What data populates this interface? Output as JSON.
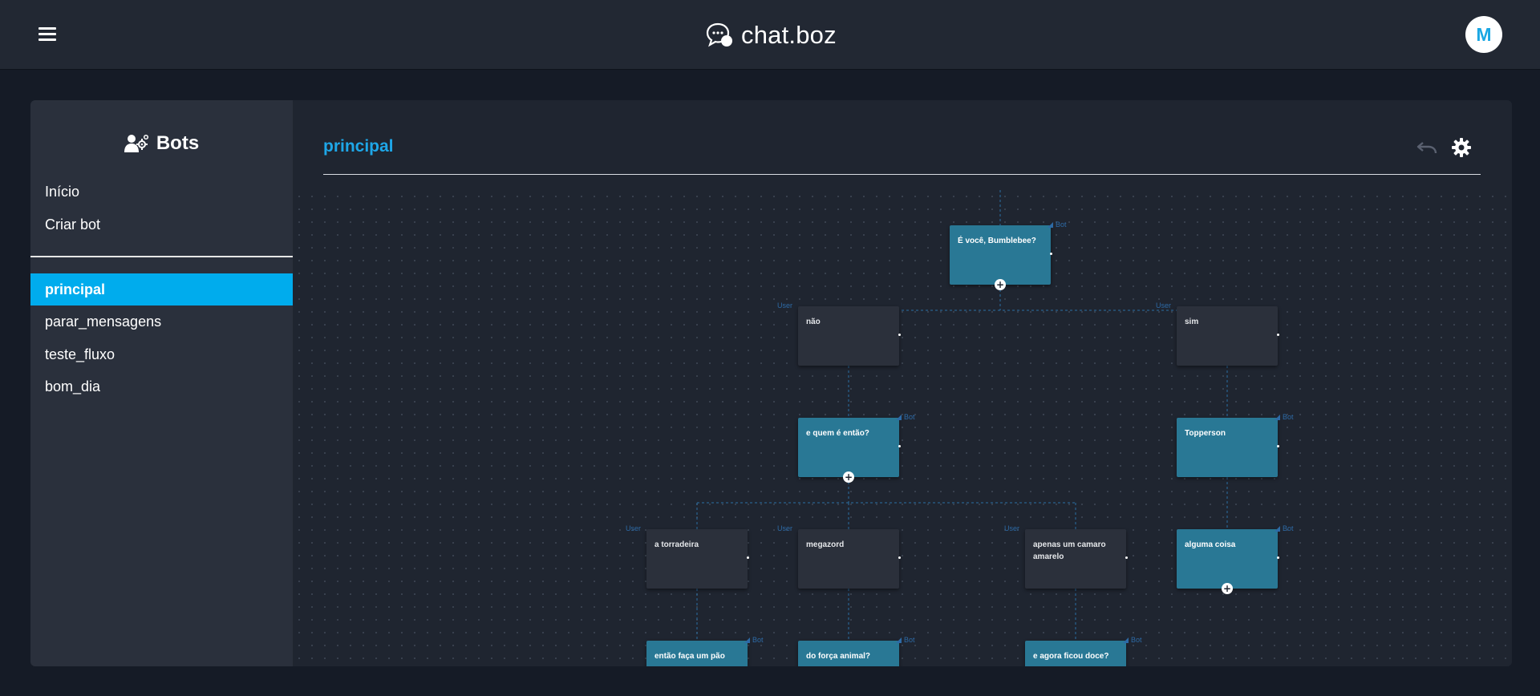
{
  "app": {
    "logo_text": "chat.boz",
    "avatar_initial": "M"
  },
  "sidebar": {
    "title": "Bots",
    "links": [
      {
        "label": "Início"
      },
      {
        "label": "Criar bot"
      }
    ],
    "bots": [
      {
        "label": "principal",
        "active": true
      },
      {
        "label": "parar_mensagens",
        "active": false
      },
      {
        "label": "teste_fluxo",
        "active": false
      },
      {
        "label": "bom_dia",
        "active": false
      }
    ]
  },
  "main": {
    "title": "principal"
  },
  "flow": {
    "bot_tag": "Bot",
    "user_tag": "User",
    "add_symbol": "+",
    "nodes": [
      {
        "id": "n1",
        "type": "bot",
        "text": "É você, Bumblebee?"
      },
      {
        "id": "n2",
        "type": "user",
        "text": "não"
      },
      {
        "id": "n3",
        "type": "user",
        "text": "sim"
      },
      {
        "id": "n4",
        "type": "bot",
        "text": "e quem é então?"
      },
      {
        "id": "n5",
        "type": "bot",
        "text": "Topperson"
      },
      {
        "id": "n6",
        "type": "user",
        "text": "a torradeira"
      },
      {
        "id": "n7",
        "type": "user",
        "text": "megazord"
      },
      {
        "id": "n8",
        "type": "user",
        "text": "apenas um camaro amarelo"
      },
      {
        "id": "n9",
        "type": "bot",
        "text": "alguma coisa"
      },
      {
        "id": "n10",
        "type": "bot",
        "text": "então faça um pão"
      },
      {
        "id": "n11",
        "type": "bot",
        "text": "do força animal?"
      },
      {
        "id": "n12",
        "type": "bot",
        "text": "e agora ficou doce?"
      }
    ],
    "edges": [
      [
        "n1",
        "n2"
      ],
      [
        "n1",
        "n3"
      ],
      [
        "n2",
        "n4"
      ],
      [
        "n3",
        "n5"
      ],
      [
        "n4",
        "n6"
      ],
      [
        "n4",
        "n7"
      ],
      [
        "n4",
        "n8"
      ],
      [
        "n5",
        "n9"
      ],
      [
        "n6",
        "n10"
      ],
      [
        "n7",
        "n11"
      ],
      [
        "n8",
        "n12"
      ]
    ]
  }
}
